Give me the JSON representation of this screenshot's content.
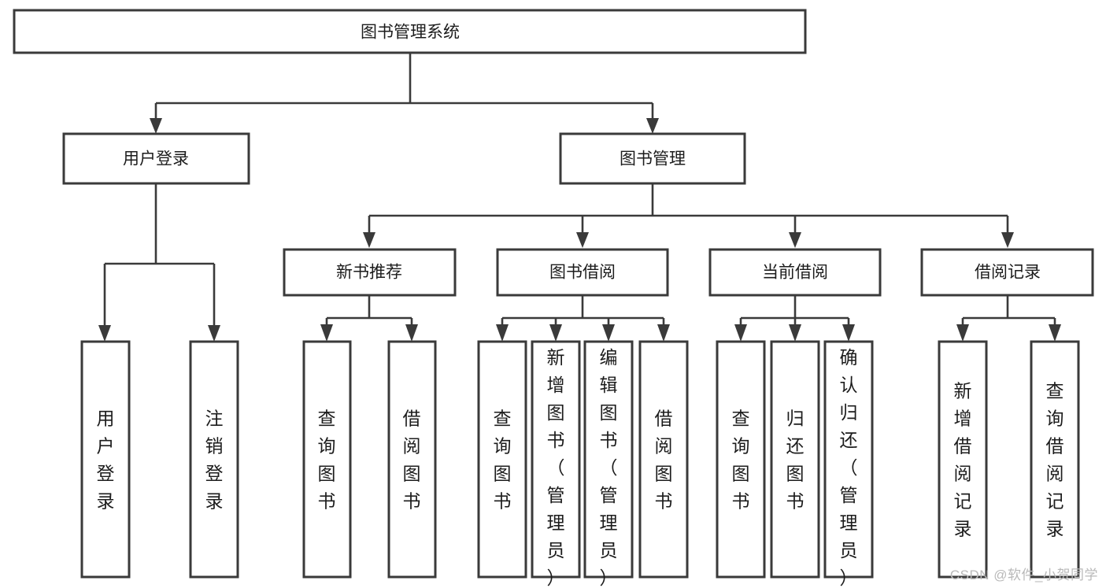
{
  "diagram": {
    "type": "tree",
    "title": "图书管理系统",
    "root": {
      "id": "root",
      "label": "图书管理系统",
      "orientation": "horizontal"
    },
    "level2": [
      {
        "id": "user-login",
        "label": "用户登录",
        "orientation": "horizontal"
      },
      {
        "id": "book-manage",
        "label": "图书管理",
        "orientation": "horizontal"
      }
    ],
    "level3": [
      {
        "id": "new-book-recommend",
        "label": "新书推荐",
        "orientation": "horizontal",
        "parent": "book-manage"
      },
      {
        "id": "book-borrow",
        "label": "图书借阅",
        "orientation": "horizontal",
        "parent": "book-manage"
      },
      {
        "id": "current-borrow",
        "label": "当前借阅",
        "orientation": "horizontal",
        "parent": "book-manage"
      },
      {
        "id": "borrow-record",
        "label": "借阅记录",
        "orientation": "horizontal",
        "parent": "book-manage"
      }
    ],
    "leaves": [
      {
        "id": "leaf-user-login",
        "label": "用户登录",
        "orientation": "vertical",
        "parent": "user-login"
      },
      {
        "id": "leaf-user-logout",
        "label": "注销登录",
        "orientation": "vertical",
        "parent": "user-login"
      },
      {
        "id": "leaf-query-book-1",
        "label": "查询图书",
        "orientation": "vertical",
        "parent": "new-book-recommend"
      },
      {
        "id": "leaf-borrow-book-1",
        "label": "借阅图书",
        "orientation": "vertical",
        "parent": "new-book-recommend"
      },
      {
        "id": "leaf-query-book-2",
        "label": "查询图书",
        "orientation": "vertical",
        "parent": "book-borrow"
      },
      {
        "id": "leaf-add-book",
        "label": "新增图书（管理员）",
        "orientation": "vertical",
        "parent": "book-borrow"
      },
      {
        "id": "leaf-edit-book",
        "label": "编辑图书（管理员）",
        "orientation": "vertical",
        "parent": "book-borrow"
      },
      {
        "id": "leaf-borrow-book-2",
        "label": "借阅图书",
        "orientation": "vertical",
        "parent": "book-borrow"
      },
      {
        "id": "leaf-query-book-3",
        "label": "查询图书",
        "orientation": "vertical",
        "parent": "current-borrow"
      },
      {
        "id": "leaf-return-book",
        "label": "归还图书",
        "orientation": "vertical",
        "parent": "current-borrow"
      },
      {
        "id": "leaf-confirm-return",
        "label": "确认归还（管理员）",
        "orientation": "vertical",
        "parent": "current-borrow"
      },
      {
        "id": "leaf-add-record",
        "label": "新增借阅记录",
        "orientation": "vertical",
        "parent": "borrow-record"
      },
      {
        "id": "leaf-query-record",
        "label": "查询借阅记录",
        "orientation": "vertical",
        "parent": "borrow-record"
      }
    ],
    "colors": {
      "box_stroke": "#3a3a3a",
      "box_fill": "#ffffff",
      "connector": "#3a3a3a",
      "text": "#1c1c1c",
      "background": "#ffffff",
      "watermark": "#b9b9b9"
    }
  },
  "watermark": {
    "text": "CSDN @软件_小贺同学"
  }
}
